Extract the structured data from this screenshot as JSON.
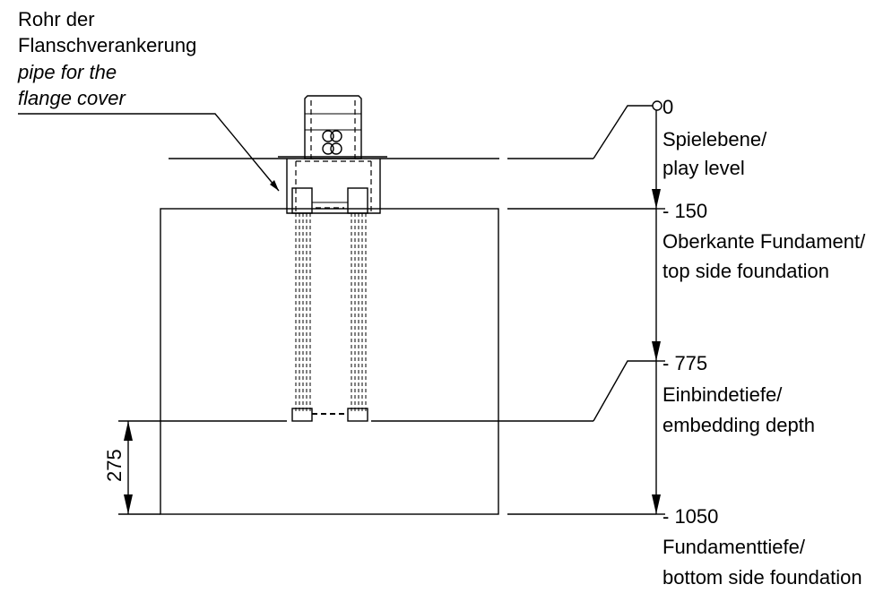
{
  "pipe_label": {
    "line1": "Rohr der",
    "line2": "Flanschverankerung",
    "line3": "pipe for the",
    "line4": "flange cover"
  },
  "levels": [
    {
      "value": "0",
      "de": "Spielebene/",
      "en": "play level"
    },
    {
      "value": "- 150",
      "de": "Oberkante Fundament/",
      "en": "top side foundation"
    },
    {
      "value": "- 775",
      "de": "Einbindetiefe/",
      "en": "embedding depth"
    },
    {
      "value": "- 1050",
      "de": "Fundamenttiefe/",
      "en": "bottom side foundation"
    }
  ],
  "dimension_left": "275"
}
